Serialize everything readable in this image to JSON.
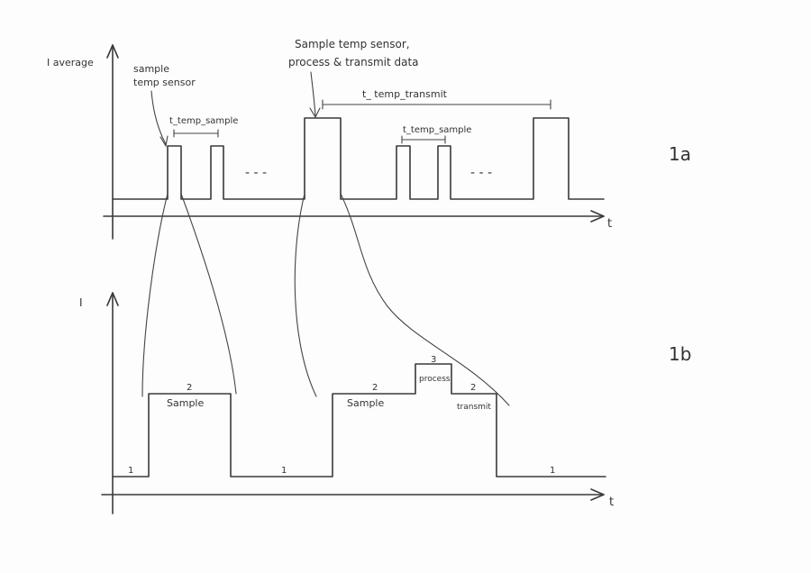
{
  "diagram_1a": {
    "figure_label": "1a",
    "y_axis_label": "I average",
    "x_axis_label": "t",
    "annotation_sample": [
      "sample",
      "temp sensor"
    ],
    "annotation_transmit": [
      "Sample temp sensor,",
      "process & transmit data"
    ],
    "interval_sample_1": "t_temp_sample",
    "interval_sample_2": "t_temp_sample",
    "interval_transmit": "t_ temp_transmit",
    "ellipsis_1": "- - -",
    "ellipsis_2": "- - -"
  },
  "diagram_1b": {
    "figure_label": "1b",
    "y_axis_label": "I",
    "x_axis_label": "t",
    "level_base_left": "1",
    "level_base_mid": "1",
    "level_base_right": "1",
    "level_sample_1_value": "2",
    "level_sample_1_name": "Sample",
    "level_sample_2_value": "2",
    "level_sample_2_name": "Sample",
    "level_process_value": "3",
    "level_process_name": "process",
    "level_transmit_value": "2",
    "level_transmit_name": "transmit"
  }
}
